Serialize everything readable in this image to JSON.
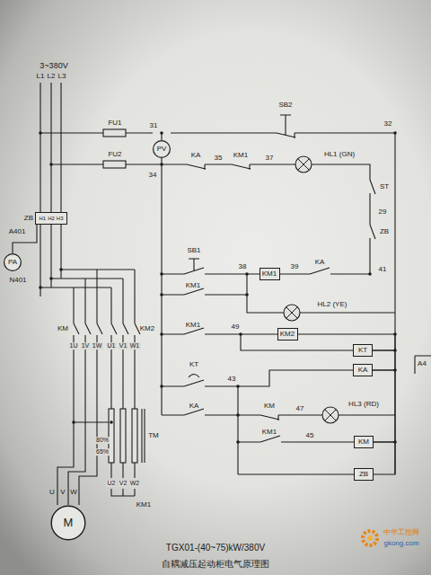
{
  "diagram": {
    "title": "TGX01-(40~75)kW/380V",
    "caption": "自耦减压起动柜电气原理图",
    "nodes": [
      {
        "text": [
          "PV"
        ]
      },
      {
        "text": [
          "ZB",
          "H1",
          "H2",
          "H3"
        ]
      },
      {
        "text": [
          "PA"
        ]
      },
      {
        "text": [
          "KM1"
        ]
      },
      {
        "text": [
          "KM2"
        ]
      },
      {
        "text": [
          "KT"
        ]
      },
      {
        "text": [
          "KA"
        ]
      },
      {
        "text": [
          "KM"
        ]
      },
      {
        "text": [
          "ZB"
        ]
      },
      {
        "text": [
          "M"
        ]
      }
    ],
    "edges": [
      {
        "from": 1,
        "to": 2,
        "arrow": "none"
      },
      {
        "from": 4,
        "to": 5,
        "arrow": "none"
      },
      {
        "from": 5,
        "to": 6,
        "arrow": "none"
      },
      {
        "from": 6,
        "to": 7,
        "arrow": "none"
      },
      {
        "from": 7,
        "to": 8,
        "arrow": "none"
      }
    ],
    "labels": [
      "3~380V",
      "L1",
      "L2",
      "L3",
      "FU1",
      "31",
      "SB2",
      "32",
      "FU2",
      "34",
      "KA",
      "35",
      "KM1",
      "37",
      "HL1 (GN)",
      "ST",
      "29",
      "ZB",
      "SB1",
      "38",
      "39",
      "KA",
      "41",
      "KM1",
      "HL2 (YE)",
      "KM1",
      "49",
      "KT",
      "43",
      "KA",
      "KM",
      "47",
      "HL3 (RD)",
      "KM1",
      "45",
      "A401",
      "N401",
      "KM",
      "1U",
      "1V",
      "1W",
      "U1",
      "V1",
      "W1",
      "KM2",
      "80%",
      "65%",
      "TM",
      "U2",
      "V2",
      "W2",
      "KM1",
      "U",
      "V",
      "W",
      "中华工控网",
      "gkong.com",
      "A4"
    ]
  }
}
